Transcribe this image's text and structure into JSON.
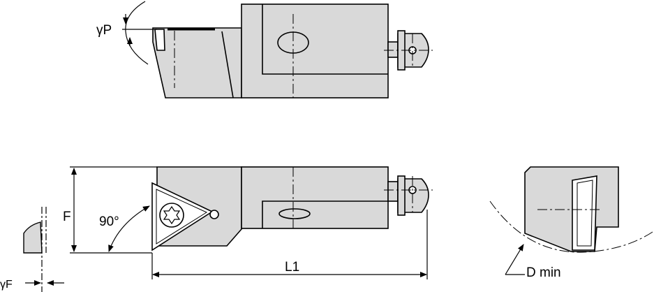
{
  "labels": {
    "gamma_p": "γP",
    "gamma_f": "γF",
    "f_dim": "F",
    "angle": "90°",
    "l1_dim": "L1",
    "d_min": "D min"
  },
  "colors": {
    "body_fill": "#d9d9d9",
    "line": "#000000",
    "background": "#ffffff"
  }
}
